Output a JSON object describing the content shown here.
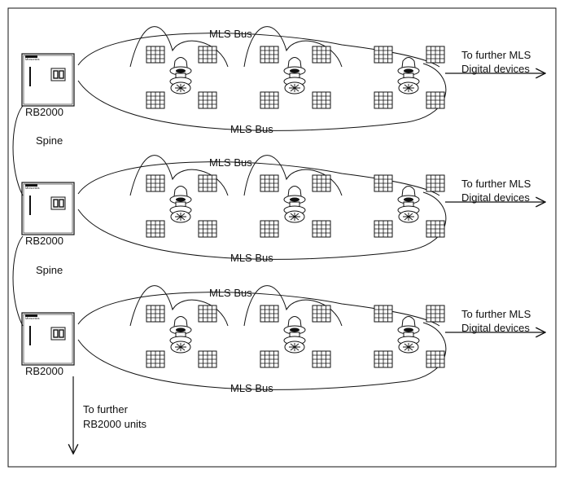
{
  "labels": {
    "bus": "MLS Bus",
    "unit": "RB2000",
    "spine": "Spine",
    "further_line1": "To further MLS",
    "further_line2": "Digital devices",
    "further_rb_line1": "To further",
    "further_rb_line2": "RB2000 units",
    "logo_text": "Mixsonics",
    "display_text": "00"
  },
  "tiers": [
    {
      "name": "tier-1"
    },
    {
      "name": "tier-2"
    },
    {
      "name": "tier-3"
    }
  ],
  "icons": [
    "control-unit-icon",
    "light-fixture-icon",
    "grid-panel-icon",
    "arrow-right-icon",
    "arrow-down-icon"
  ],
  "colors": {
    "line": "#111111",
    "background": "#ffffff"
  }
}
